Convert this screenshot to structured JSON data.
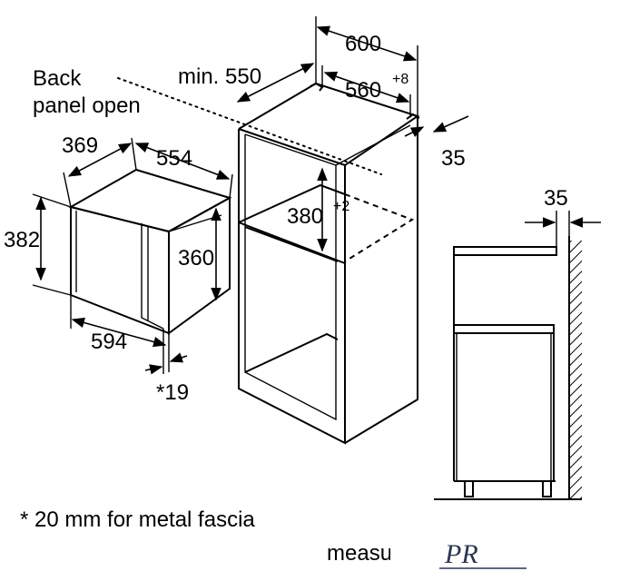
{
  "labels": {
    "back_panel_line1": "Back",
    "back_panel_line2": "panel open",
    "min_depth": "min. 550",
    "cabinet_width": "600",
    "inner_width": "560",
    "inner_width_tolerance": "+8",
    "panel_gap": "35",
    "side_gap": "35",
    "niche_height": "380",
    "niche_height_tolerance": "+2",
    "oven_depth": "369",
    "oven_width_top": "554",
    "oven_height_outer": "382",
    "oven_height_inner": "360",
    "oven_width_front": "594",
    "fascia_offset": "*19"
  },
  "footnote": "* 20 mm for metal fascia",
  "watermark": {
    "text": "measur",
    "logo_letters": "PR"
  }
}
